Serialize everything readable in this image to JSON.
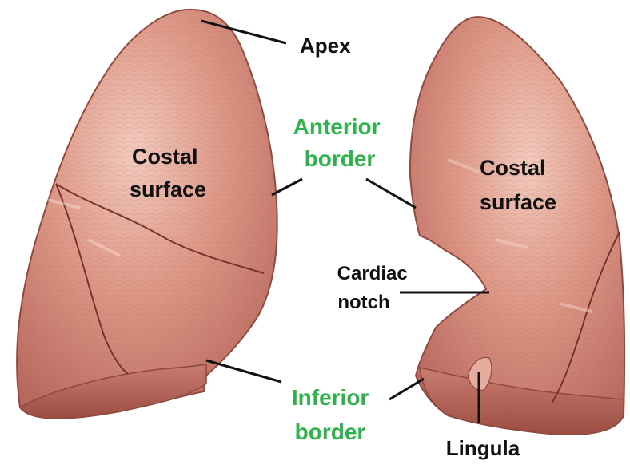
{
  "labels": {
    "apex": "Apex",
    "anterior_border": [
      "Anterior",
      "border"
    ],
    "costal_surface_left": [
      "Costal",
      "surface"
    ],
    "costal_surface_right": [
      "Costal",
      "surface"
    ],
    "cardiac_notch": [
      "Cardiac",
      "notch"
    ],
    "inferior_border": [
      "Inferior",
      "border"
    ],
    "lingula": "Lingula"
  },
  "colors": {
    "label_black": "#111111",
    "label_green": "#2db34a",
    "lung_fill": "#d98c7c",
    "lung_light": "#efc2b6",
    "lung_dark": "#a8554a",
    "fissure": "#7a3328"
  }
}
